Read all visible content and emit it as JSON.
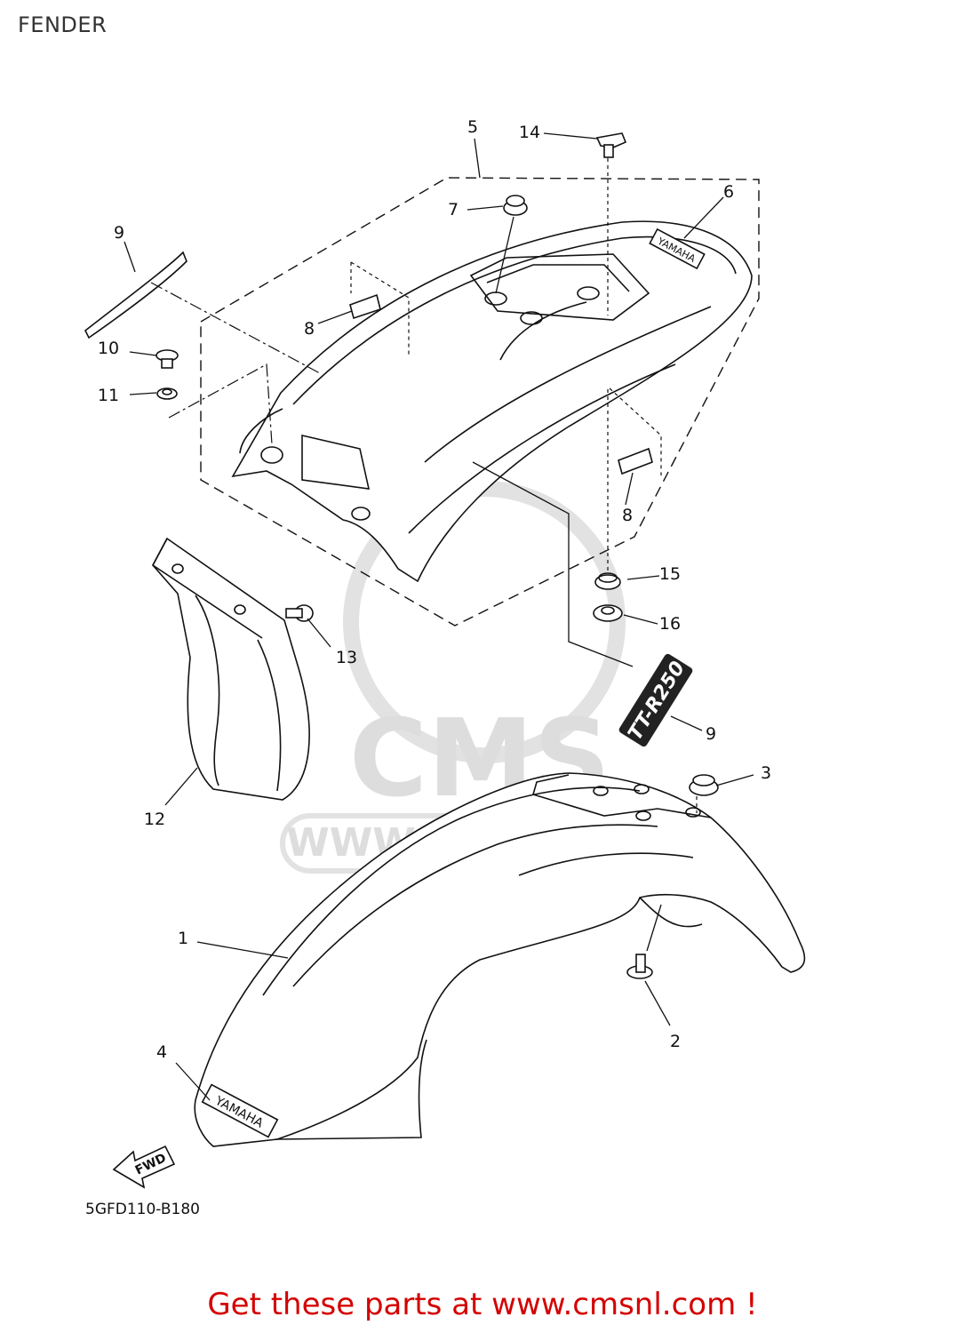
{
  "page": {
    "title": "FENDER",
    "diagram_code": "5GFD110-B180",
    "footer": "Get these parts at www.cmsnl.com !"
  },
  "watermark": {
    "brand": "CMS",
    "url": "WWW.CMSNL.COM"
  },
  "decals": {
    "yamaha_front": "YAMAHA",
    "yamaha_rear": "YAMAHA",
    "model": "TT-R250"
  },
  "direction_arrow": "FWD",
  "callouts": [
    "1",
    "2",
    "3",
    "4",
    "5",
    "6",
    "7",
    "8",
    "8",
    "9",
    "9",
    "10",
    "11",
    "12",
    "13",
    "14",
    "15",
    "16"
  ],
  "colors": {
    "line": "#111111",
    "footer_text": "#d40000",
    "watermark": "#dddddd"
  }
}
